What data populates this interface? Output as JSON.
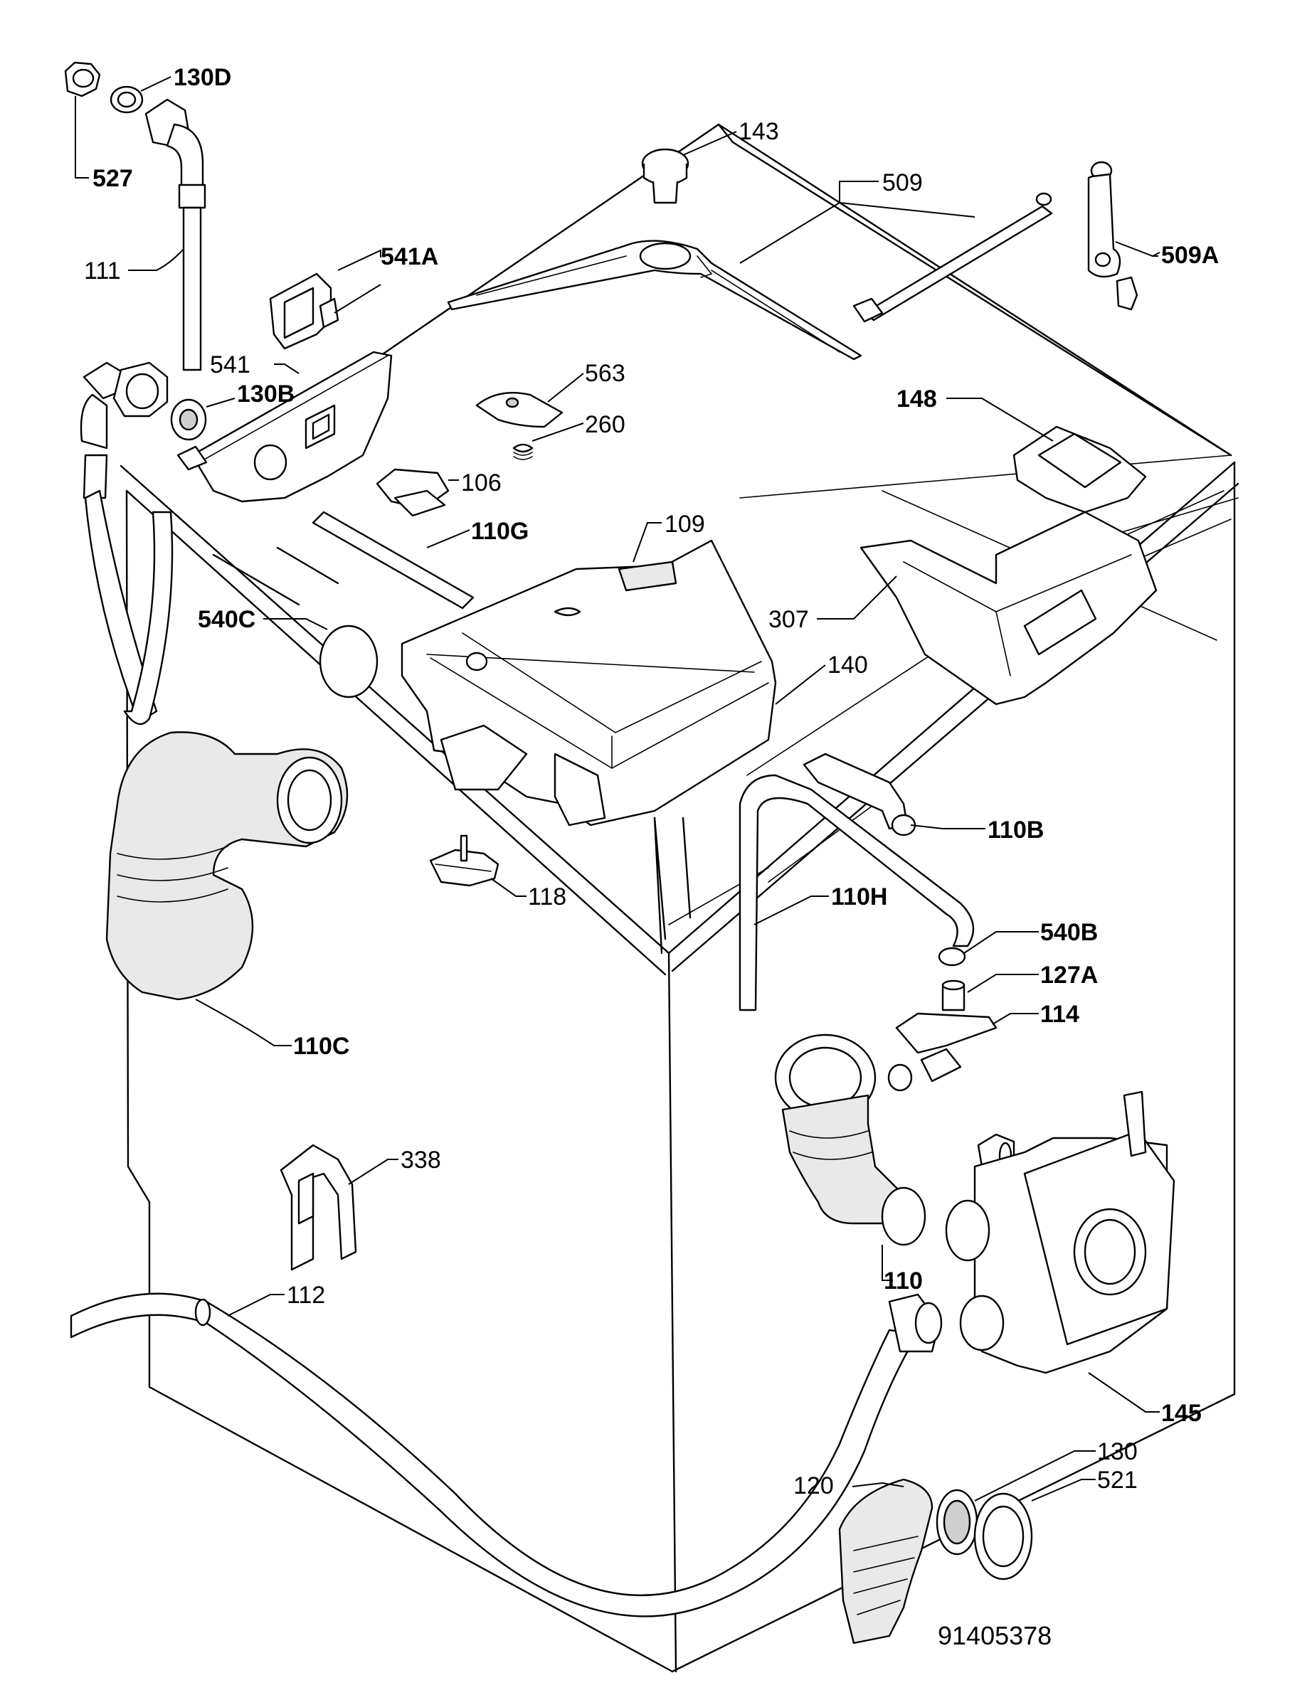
{
  "diagram": {
    "drawing_number": "91405378",
    "labels": {
      "p130D": "130D",
      "p527": "527",
      "p111": "111",
      "p541A": "541A",
      "p541": "541",
      "p130B": "130B",
      "p143": "143",
      "p509": "509",
      "p509A": "509A",
      "p563": "563",
      "p260": "260",
      "p106": "106",
      "p148": "148",
      "p110G": "110G",
      "p109": "109",
      "p540C": "540C",
      "p307": "307",
      "p140": "140",
      "p110B": "110B",
      "p118": "118",
      "p110H": "110H",
      "p540B": "540B",
      "p127A": "127A",
      "p114": "114",
      "p110C": "110C",
      "p338": "338",
      "p110": "110",
      "p112": "112",
      "p145": "145",
      "p130": "130",
      "p120": "120",
      "p521": "521"
    }
  }
}
